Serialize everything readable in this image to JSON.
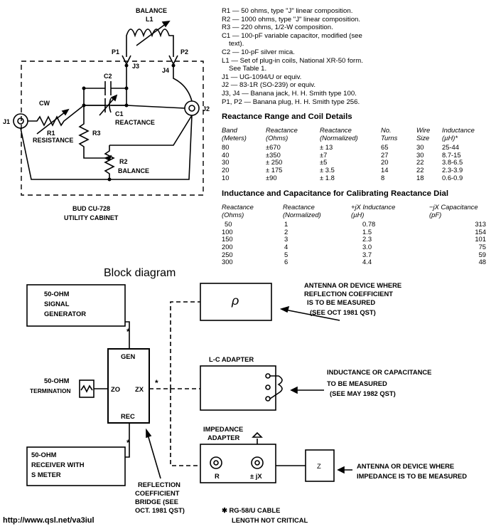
{
  "schematic": {
    "balance_top": "BALANCE",
    "L1": "L1",
    "P1": "P1",
    "P2": "P2",
    "J3": "J3",
    "J4": "J4",
    "C2": "C2",
    "CW": "CW",
    "J1": "J1",
    "J2": "J2",
    "R1": "R1",
    "resistance": "RESISTANCE",
    "R3": "R3",
    "C1": "C1",
    "reactance": "REACTANCE",
    "R2": "R2",
    "balance_bottom": "BALANCE",
    "cabinet_line1": "BUD CU-728",
    "cabinet_line2": "UTILITY CABINET"
  },
  "parts_list": [
    "R1 — 50 ohms, type \"J\" linear composition.",
    "R2 — 1000 ohms, type \"J\" linear composition.",
    "R3 — 220 ohms, 1/2-W composition.",
    "C1 — 100-pF variable capacitor, modified (see",
    "text).",
    "C2 — 10-pF silver mica.",
    "L1 — Set of plug-in coils, National XR-50 form.",
    "See Table 1.",
    "J1 — UG-1094/U or equiv.",
    "J2 — 83-1R (SO-239) or equiv.",
    "J3, J4 — Banana jack, H. H. Smith type 100.",
    "P1, P2 — Banana plug, H. H. Smith type 256."
  ],
  "table1": {
    "title": "Reactance Range and Coil Details",
    "headers": [
      [
        "Band",
        "(Meters)"
      ],
      [
        "Reactance",
        "(Ohms)"
      ],
      [
        "Reactance",
        "(Normalized)"
      ],
      [
        "No.",
        "Turns"
      ],
      [
        "Wire",
        "Size"
      ],
      [
        "Inductance",
        "(µH)*"
      ]
    ],
    "rows": [
      [
        "80",
        "±670",
        "± 13",
        "65",
        "30",
        "25-44"
      ],
      [
        "40",
        "±350",
        "±7",
        "27",
        "30",
        "8.7-15"
      ],
      [
        "30",
        "± 250",
        "±5",
        "20",
        "22",
        "3.8-6.5"
      ],
      [
        "20",
        "± 175",
        "± 3.5",
        "14",
        "22",
        "2.3-3.9"
      ],
      [
        "10",
        "±90",
        "± 1.8",
        "8",
        "18",
        "0.6-0.9"
      ]
    ]
  },
  "table2": {
    "title": "Inductance and Capacitance for Calibrating Reactance Dial",
    "headers": [
      [
        "Reactance",
        "(Ohms)"
      ],
      [
        "Reactance",
        "(Normalized)"
      ],
      [
        "+jX Inductance",
        "(µH)"
      ],
      [
        "−jX Capacitance",
        "(pF)"
      ]
    ],
    "rows": [
      [
        "50",
        "1",
        "0.78",
        "313"
      ],
      [
        "100",
        "2",
        "1.5",
        "154"
      ],
      [
        "150",
        "3",
        "2.3",
        "101"
      ],
      [
        "200",
        "4",
        "3.0",
        "75"
      ],
      [
        "250",
        "5",
        "3.7",
        "59"
      ],
      [
        "300",
        "6",
        "4.4",
        "48"
      ]
    ]
  },
  "block": {
    "title": "Block diagram",
    "gen_line1": "50-OHM",
    "gen_line2": "SIGNAL",
    "gen_line3": "GENERATOR",
    "bridge_gen": "GEN",
    "bridge_zo": "ZO",
    "bridge_zx": "ZX",
    "bridge_rec": "REC",
    "term_line1": "50-OHM",
    "term_line2": "TERMINATION",
    "rec_line1": "50-OHM",
    "rec_line2": "RECEIVER WITH",
    "rec_line3": "S METER",
    "star": "*",
    "rho": "ρ",
    "rho_note1": "ANTENNA OR DEVICE WHERE",
    "rho_note2": "REFLECTION COEFFICIENT",
    "rho_note3": "IS TO BE MEASURED",
    "rho_note4": "(SEE OCT 1981 QST)",
    "lc_title": "L-C ADAPTER",
    "lc_note1": "INDUCTANCE OR CAPACITANCE",
    "lc_note2": "TO BE MEASURED",
    "lc_note3": "(SEE MAY 1982 QST)",
    "imp_line1": "IMPEDANCE",
    "imp_line2": "ADAPTER",
    "imp_R": "R",
    "imp_jx": "± jX",
    "z": "Z",
    "z_note1": "ANTENNA OR DEVICE WHERE",
    "z_note2": "IMPEDANCE IS TO BE MEASURED",
    "bridge_note1": "REFLECTION",
    "bridge_note2": "COEFFICIENT",
    "bridge_note3": "BRIDGE (SEE",
    "bridge_note4": "OCT. 1981 QST)",
    "cable_note1": "✱ RG-58/U CABLE",
    "cable_note2": "LENGTH NOT CRITICAL"
  },
  "url": "http://www.qsl.net/va3iul"
}
